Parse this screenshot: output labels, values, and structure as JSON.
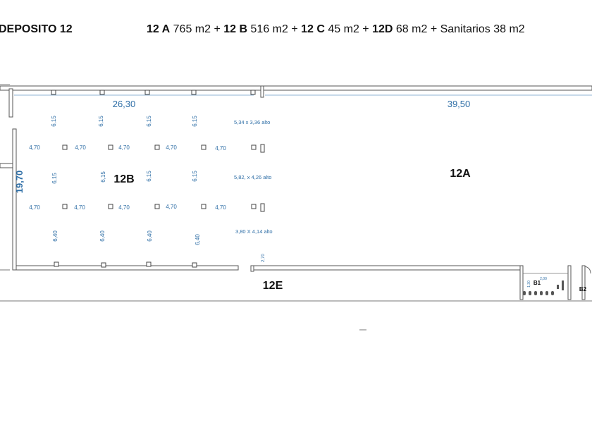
{
  "header": {
    "title": "DEPOSITO 12",
    "summary": [
      {
        "unit": "12 A",
        "area": "765 m2 +"
      },
      {
        "unit": "12 B",
        "area": "516 m2 +"
      },
      {
        "unit": "12 C",
        "area": "45 m2 +"
      },
      {
        "unit": "12D",
        "area": "68 m2 + Sanitarios 38 m2"
      }
    ]
  },
  "plan": {
    "rooms": {
      "a": "12A",
      "b": "12B",
      "e": "12E",
      "b1": "B1",
      "b2": "B2"
    },
    "dimensions": {
      "width_b": "26,30",
      "width_a": "39,50",
      "depth": "19,70",
      "b1_width": "2,00",
      "b1_depth": "1,30"
    },
    "bay_spacing": {
      "row1": [
        "6,15",
        "6,15",
        "6,15",
        "6,15"
      ],
      "row2": [
        "6,15",
        "6,15",
        "6,15",
        "6,15"
      ],
      "row3": [
        "6,40",
        "6,40",
        "6,40",
        "6,40"
      ],
      "spans1": [
        "4,70",
        "4,70",
        "4,70",
        "4,70",
        "4,70"
      ],
      "spans2": [
        "4,70",
        "4,70",
        "4,70",
        "4,70",
        "4,70"
      ]
    },
    "doors": [
      "5,34 x 3,36 alto",
      "5,82, x 4,26 alto",
      "3,80 X 4,14 alto"
    ],
    "side_note": "2,70"
  },
  "colors": {
    "dimension": "#2e6ea6",
    "wall": "#555555",
    "wall_fill": "#ffffff"
  }
}
